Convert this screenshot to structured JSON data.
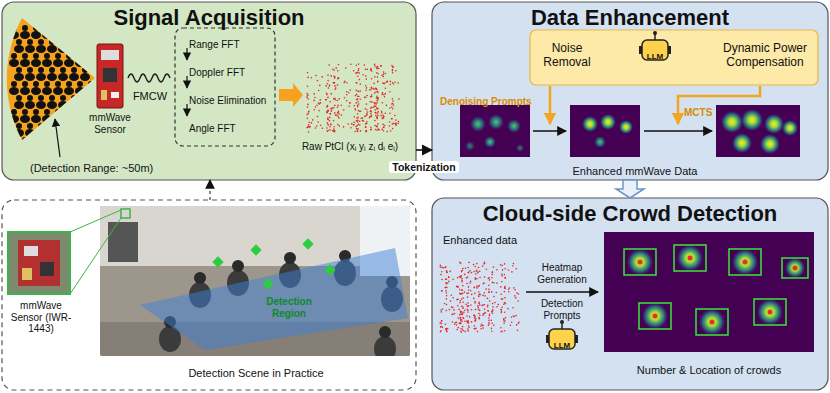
{
  "diagram": {
    "nodes": [
      {
        "text": [
          "Signal Acquisition"
        ]
      },
      {
        "text": [
          "Range FFT",
          "Doppler FFT",
          "Noise Elimination",
          "Angle FFT"
        ],
        "in": 0
      },
      {
        "text": [
          "Data Enhancement"
        ]
      },
      {
        "text": [
          "Noise Removal",
          "LLM",
          "Dynamic Power Compensation"
        ],
        "in": 2
      },
      {
        "text": [
          "Cloud-side Crowd Detection"
        ]
      },
      {
        "text": [
          "Detection Scene in Practice"
        ]
      }
    ],
    "edges": [
      {
        "from": 0,
        "to": 2,
        "arrow": "to",
        "label": "Tokenization"
      },
      {
        "from": 2,
        "to": 4,
        "arrow": "to"
      },
      {
        "from": 5,
        "to": 0,
        "arrow": "to"
      }
    ],
    "labels": [
      "mmWave Sensor",
      "FMCW",
      "(Detection Range: ~50m)",
      "Raw PtCl (xᵢ yᵢ zᵢ dᵢ eᵢ)",
      "Denoising Prompts",
      "MCTS",
      "Enhanced mmWave Data",
      "Enhanced data",
      "Heatmap Generation",
      "Detection Prompts",
      "LLM",
      "Number & Location of crowds",
      "mmWave Sensor (IWR-1443)",
      "Detection Region"
    ]
  }
}
